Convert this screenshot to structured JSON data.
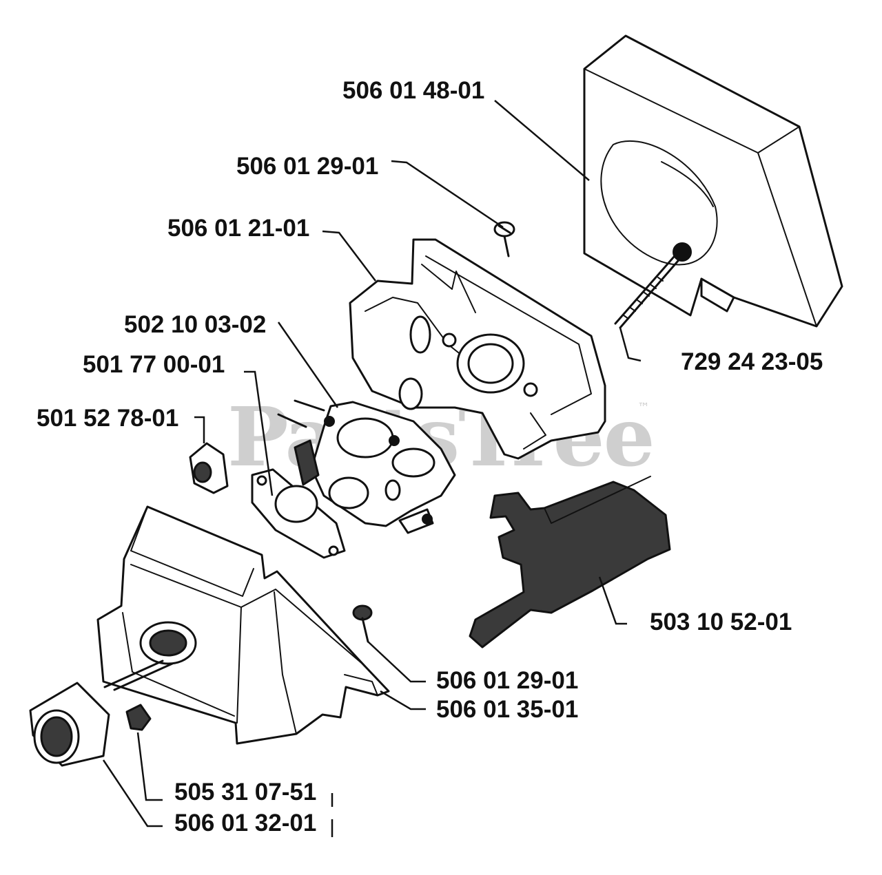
{
  "diagram": {
    "watermark": "PartsTree",
    "watermark_tm": "™",
    "part_numbers": {
      "p1": "506 01 48-01",
      "p2": "506 01 29-01",
      "p3": "506 01 21-01",
      "p4": "502 10 03-02",
      "p5": "501 77 00-01",
      "p6": "501 52 78-01",
      "p7": "729 24 23-05",
      "p8": "503 10 52-01",
      "p9": "506 01 29-01",
      "p10": "506 01 35-01",
      "p11": "505 31 07-51",
      "p12": "506 01 32-01"
    }
  }
}
